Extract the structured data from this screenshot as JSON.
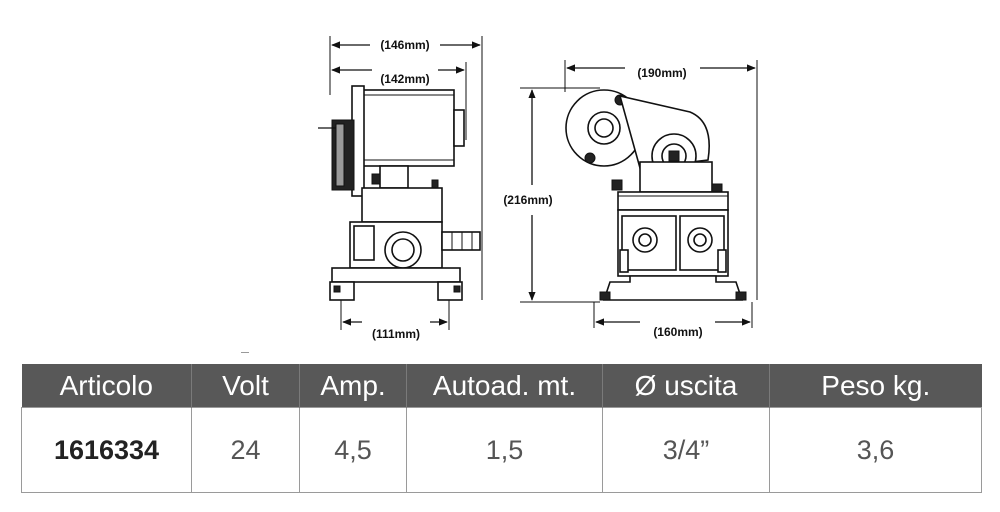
{
  "drawing": {
    "side_view": {
      "dim_overall_length": "(146mm)",
      "dim_motor_length": "(142mm)",
      "dim_base_width": "(111mm)"
    },
    "front_view": {
      "dim_overall_width": "(190mm)",
      "dim_height": "(216mm)",
      "dim_base_width": "(160mm)"
    }
  },
  "table": {
    "headers": [
      "Articolo",
      "Volt",
      "Amp.",
      "Autoad. mt.",
      "Ø uscita",
      "Peso kg."
    ],
    "rows": [
      [
        "1616334",
        "24",
        "4,5",
        "1,5",
        "3/4”",
        "3,6"
      ]
    ]
  },
  "colors": {
    "header_bg": "#585858",
    "header_text": "#ffffff",
    "border": "#9a9a9a"
  }
}
